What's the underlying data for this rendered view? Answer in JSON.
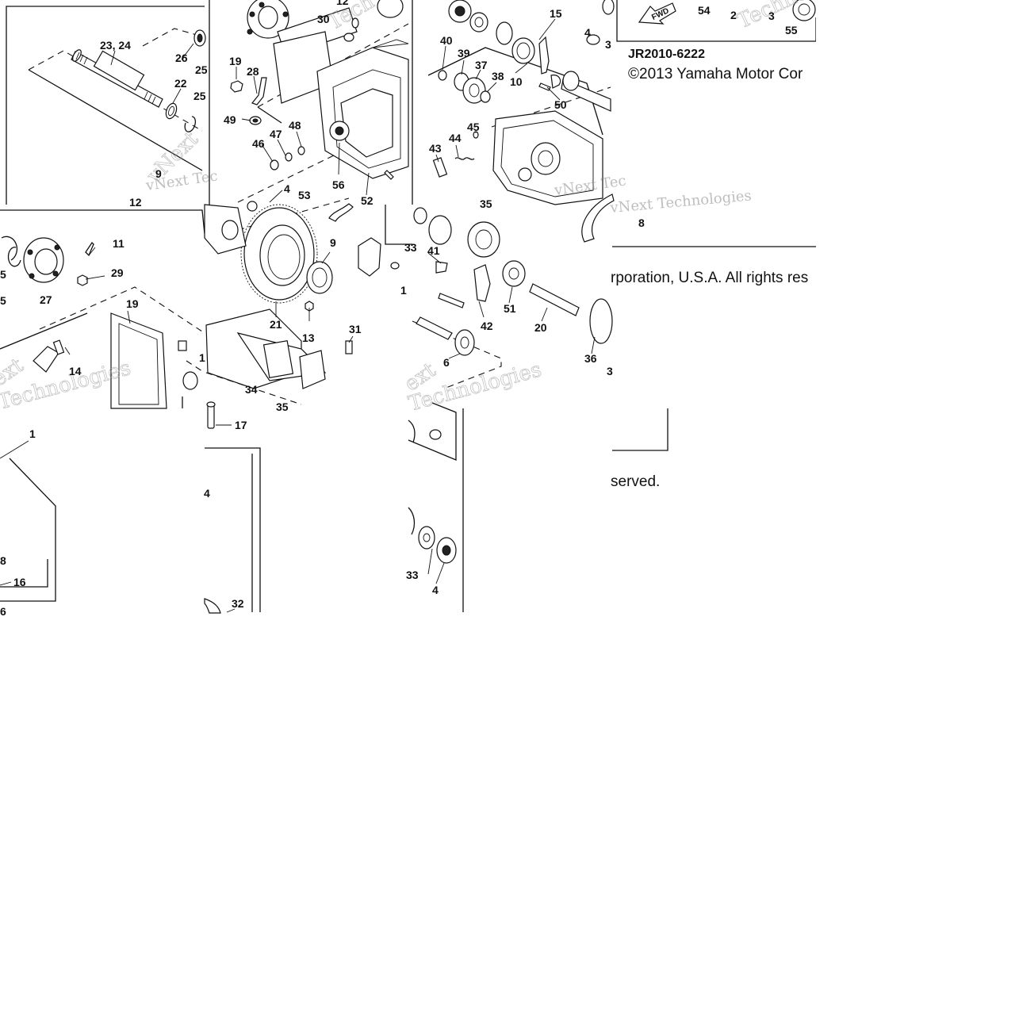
{
  "diagram": {
    "drawing_code": "JR2010-6222",
    "copyright_line1": "©2013 Yamaha Motor Cor",
    "copyright_line2": "rporation, U.S.A. All rights res",
    "copyright_line3": "served.",
    "fwd_label": "FWD",
    "watermark_a": "vNext Tec",
    "watermark_b": "vNext Technologies",
    "watermark_c": "ext",
    "watermark_d": "Technologies",
    "watermark_e": "Techno",
    "watermark_f": "vNext",
    "watermark_g": "Tech",
    "callouts": {
      "c23_24": "23, 24",
      "c26": "26",
      "c25a": "25",
      "c25b": "25",
      "c22": "22",
      "c9a": "9",
      "c12a": "12",
      "c30": "30",
      "c12b": "12",
      "c19a": "19",
      "c28": "28",
      "c49": "49",
      "c47": "47",
      "c48": "48",
      "c46": "46",
      "c56": "56",
      "c4a": "4",
      "c53": "53",
      "c52": "52",
      "c15": "15",
      "c40": "40",
      "c39": "39",
      "c37": "37",
      "c38": "38",
      "c10": "10",
      "c50": "50",
      "c45": "45",
      "c44": "44",
      "c43": "43",
      "c4b": "4",
      "c3a": "3",
      "c54": "54",
      "c2": "2",
      "c3b": "3",
      "c55": "55",
      "c8": "8",
      "c11": "11",
      "c29": "29",
      "c5a": "5",
      "c5b": "5",
      "c27": "27",
      "c19b": "19",
      "c14": "14",
      "c1a": "1",
      "c21": "21",
      "c9b": "9",
      "c13": "13",
      "c1b": "1",
      "c31": "31",
      "c34": "34",
      "c35a": "35",
      "c33a": "33",
      "c41": "41",
      "c35b": "35",
      "c51": "51",
      "c42": "42",
      "c20": "20",
      "c6": "6",
      "c36": "36",
      "c3c": "3",
      "c17": "17",
      "c1c": "1",
      "c18": "8",
      "c16": "16",
      "c6b": "6",
      "c4c": "4",
      "c32": "32",
      "c33b": "33",
      "c4d": "4"
    }
  }
}
